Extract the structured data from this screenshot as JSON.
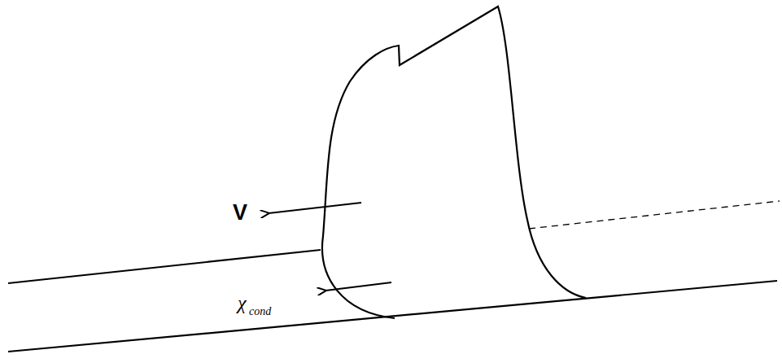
{
  "diagram": {
    "labels": [
      "V",
      "χ",
      "cond"
    ]
  }
}
